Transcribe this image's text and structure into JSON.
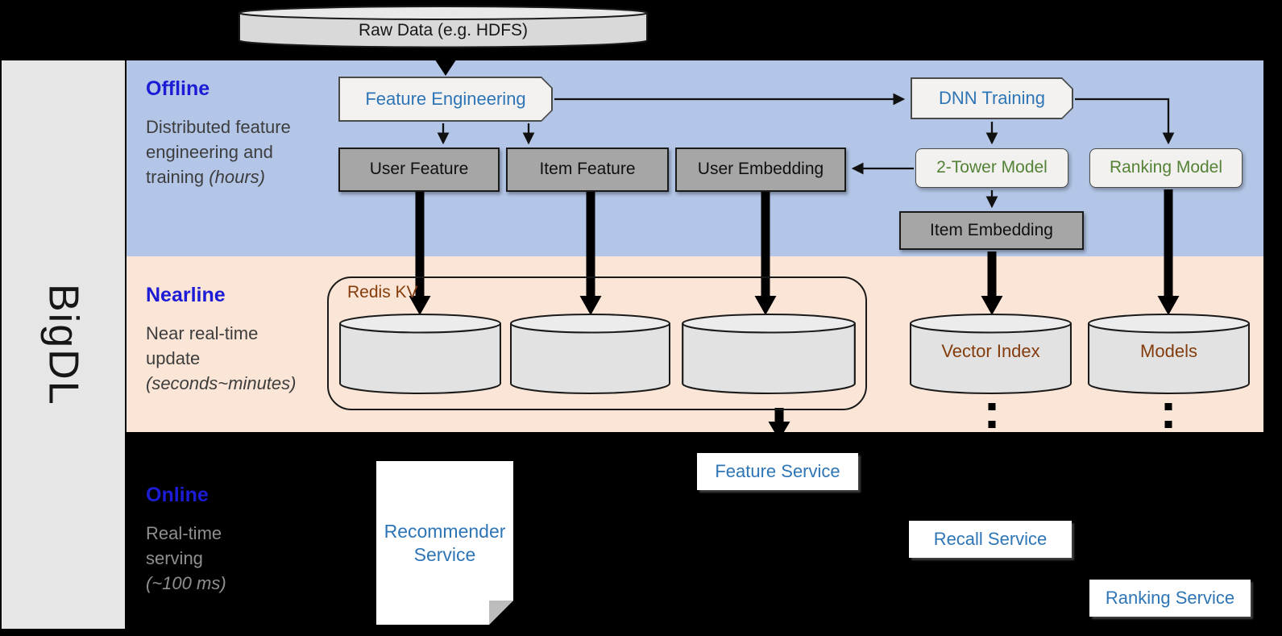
{
  "sidebar": {
    "brand": "BigDL"
  },
  "datasource": {
    "label": "Raw Data (e.g. HDFS)"
  },
  "bands": {
    "offline": {
      "label": "Offline",
      "desc_main": "Distributed feature engineering and training",
      "desc_note": "(hours)"
    },
    "nearline": {
      "label": "Nearline",
      "desc_main": "Near real-time update",
      "desc_note": "(seconds~minutes)"
    },
    "online": {
      "label": "Online",
      "desc_main": "Real-time serving",
      "desc_note": "(~100 ms)"
    }
  },
  "nodes": {
    "feature_engineering": "Feature Engineering",
    "dnn_training": "DNN Training",
    "user_feature": "User Feature",
    "item_feature": "Item Feature",
    "user_embedding": "User Embedding",
    "two_tower_model": "2-Tower Model",
    "ranking_model": "Ranking Model",
    "item_embedding": "Item Embedding",
    "redis_kv": "Redis KV",
    "vector_index": "Vector Index",
    "models": "Models",
    "recommender_service": "Recommender Service",
    "feature_service": "Feature Service",
    "recall_service": "Recall Service",
    "ranking_service": "Ranking Service"
  },
  "colors": {
    "offline_band": "#B3C6E7",
    "nearline_band": "#FBE5D6",
    "online_band": "#000000",
    "sidebar_bg": "#E7E6E6",
    "band_label": "#1C1CD6",
    "process_text": "#2E75B6",
    "model_text": "#548235",
    "store_text": "#843C0C",
    "gray_node": "#A6A6A6"
  }
}
